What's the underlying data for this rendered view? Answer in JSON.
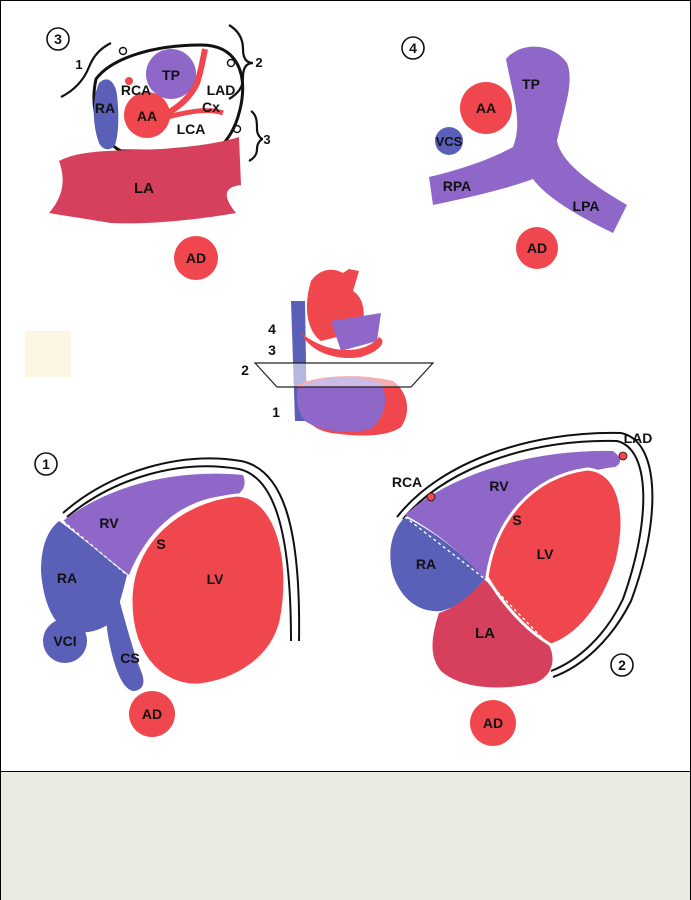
{
  "colors": {
    "red": "#f0474f",
    "crimson": "#d6405d",
    "purple": "#8f67c9",
    "blue": "#5a5fb8",
    "outline": "#111111",
    "caption_bg": "#ecebe3"
  },
  "panel3": {
    "number": "3",
    "labels": {
      "tp": "TP",
      "rca": "RCA",
      "lad": "LAD",
      "cx": "Cx",
      "ra": "RA",
      "aa": "AA",
      "lca": "LCA",
      "la": "LA",
      "ad": "AD"
    },
    "brackets": [
      "1",
      "2",
      "3"
    ]
  },
  "panel4": {
    "number": "4",
    "labels": {
      "tp": "TP",
      "aa": "AA",
      "vcs": "VCS",
      "rpa": "RPA",
      "lpa": "LPA",
      "ad": "AD"
    }
  },
  "center": {
    "planes": [
      "4",
      "3",
      "2",
      "1"
    ]
  },
  "panel1": {
    "number": "1",
    "labels": {
      "rv": "RV",
      "s": "S",
      "ra": "RA",
      "lv": "LV",
      "vci": "VCI",
      "cs": "CS",
      "ad": "AD"
    }
  },
  "panel2": {
    "number": "2",
    "labels": {
      "lad": "LAD",
      "rca": "RCA",
      "rv": "RV",
      "s": "S",
      "ra": "RA",
      "lv": "LV",
      "la": "LA",
      "ad": "AD"
    }
  }
}
